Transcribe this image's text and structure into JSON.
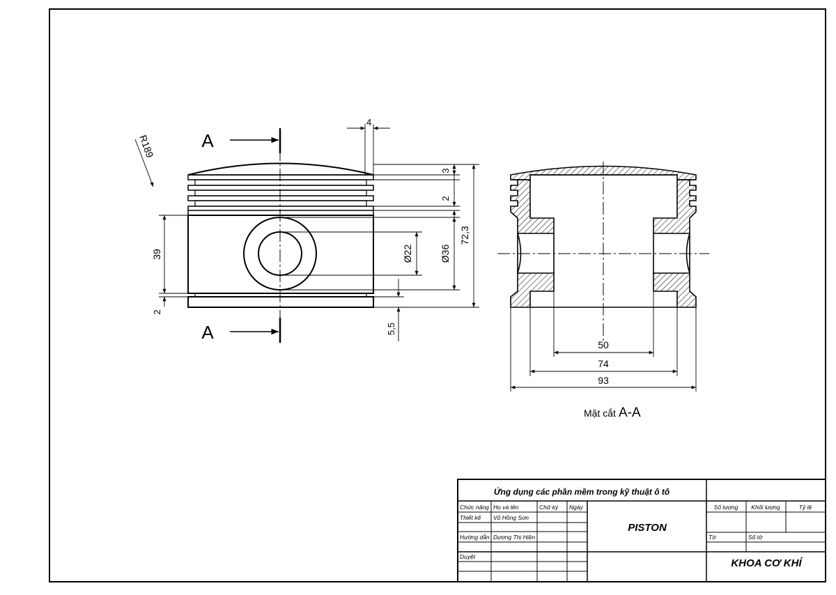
{
  "section_marks": {
    "top": "A",
    "bottom": "A"
  },
  "front_view": {
    "dim_radius": "R189",
    "dim_top_width": "4",
    "dim_crown": "3",
    "dim_land": "2",
    "dim_height_right": "72,3",
    "dim_pin_bore": "Ø22",
    "dim_boss": "Ø36",
    "dim_skirt": "39",
    "dim_bottom_gap": "2",
    "dim_bottom_right": "5,5"
  },
  "section_view": {
    "dim_inner": "50",
    "dim_mid": "74",
    "dim_outer": "93",
    "caption_prefix": "Mặt cắt",
    "caption_mark": "A-A"
  },
  "title_block": {
    "course_title": "Ứng dụng các phần mềm trong kỹ thuật ô tô",
    "headers": {
      "role": "Chức năng",
      "name": "Họ và tên",
      "signature": "Chữ ký",
      "date": "Ngày"
    },
    "rows": [
      {
        "role": "Thiết kế",
        "name": "Vũ Hồng Sơn"
      },
      {
        "role": "Hướng dẫn",
        "name": "Dương Thị Hiện"
      },
      {
        "role": "Duyệt",
        "name": ""
      }
    ],
    "part_name": "PISTON",
    "right_headers": {
      "quantity": "Số lượng",
      "mass": "Khối lượng",
      "scale": "Tỷ lệ"
    },
    "sheet_label": "Tờ",
    "sheet_count_label": "Số tờ",
    "department": "KHOA CƠ KHÍ"
  }
}
